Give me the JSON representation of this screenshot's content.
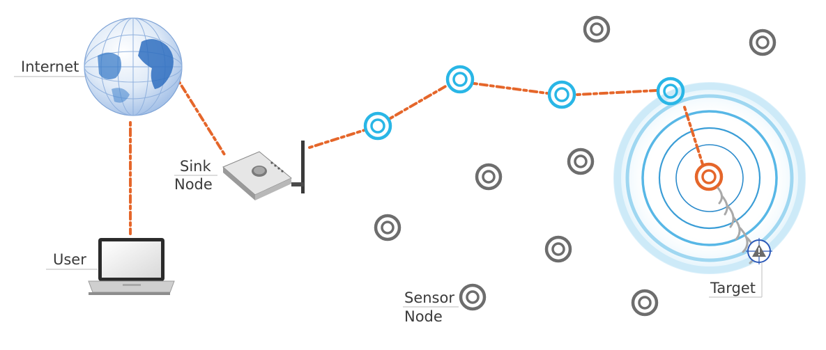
{
  "labels": {
    "internet": "Internet",
    "sink_line1": "Sink",
    "sink_line2": "Node",
    "user": "User",
    "sensor_line1": "Sensor",
    "sensor_line2": "Node",
    "target": "Target"
  },
  "colors": {
    "link": "#e5662a",
    "active_node": "#29b6e6",
    "idle_node": "#6d6d6d",
    "source_node": "#e5662a",
    "wave": "#6cc4ec",
    "target_ring": "#2b59b8"
  },
  "icons": {
    "internet": "globe-icon",
    "sink": "router-icon",
    "user": "laptop-icon",
    "target": "warning-icon"
  }
}
